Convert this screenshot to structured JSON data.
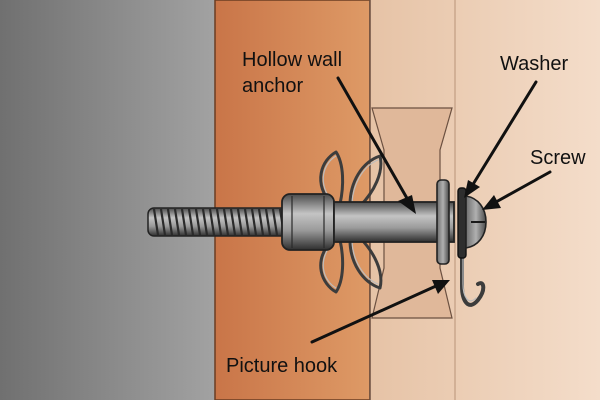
{
  "labels": {
    "anchor_line1": "Hollow wall",
    "anchor_line2": "anchor",
    "washer": "Washer",
    "screw": "Screw",
    "picture_hook": "Picture hook"
  },
  "colors": {
    "cavity": "#8a8a8a",
    "plaster": "#d68a56",
    "wood": "#efd3bd",
    "metal_dark": "#3a3a3a",
    "metal_mid": "#7d7d7d",
    "metal_light": "#b9b9b9",
    "arrow": "#111111"
  }
}
